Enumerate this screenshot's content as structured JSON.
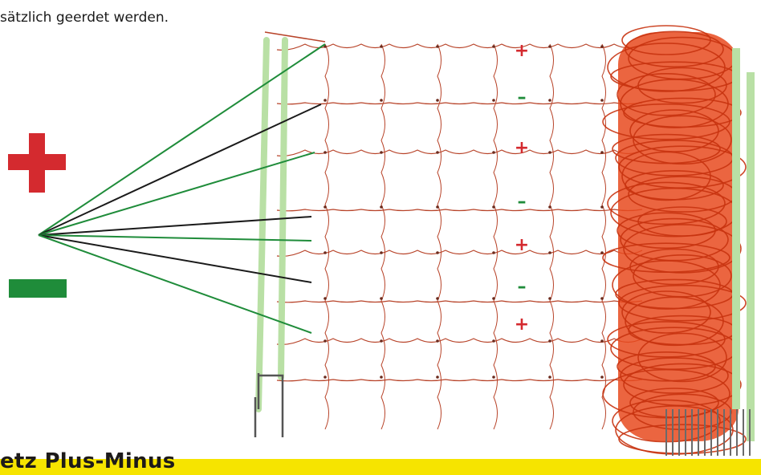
{
  "intro": {
    "text": "sätzlich geerdet werden."
  },
  "symbols": {
    "plus": "+",
    "minus": "–",
    "plus_color": "#d42a2f",
    "minus_color": "#1f8c3a"
  },
  "wire_colors": {
    "live": "#1f8c3a",
    "ground": "#1a1a1a"
  },
  "net": {
    "net_color": "#b8442a",
    "roll_color": "#e84a1e",
    "post_color": "#b9e0a5",
    "rows": [
      {
        "polarity": "plus",
        "label": "+",
        "wire": "live"
      },
      {
        "polarity": "minus",
        "label": "–",
        "wire": "ground"
      },
      {
        "polarity": "plus",
        "label": "+",
        "wire": "live"
      },
      {
        "polarity": "minus",
        "label": "–",
        "wire": "ground"
      },
      {
        "polarity": "plus",
        "label": "+",
        "wire": "live"
      },
      {
        "polarity": "minus",
        "label": "–",
        "wire": "ground"
      },
      {
        "polarity": "plus",
        "label": "+",
        "wire": "live"
      }
    ]
  },
  "title": {
    "text": "etz Plus-Minus",
    "bar_color": "#f6e400"
  }
}
